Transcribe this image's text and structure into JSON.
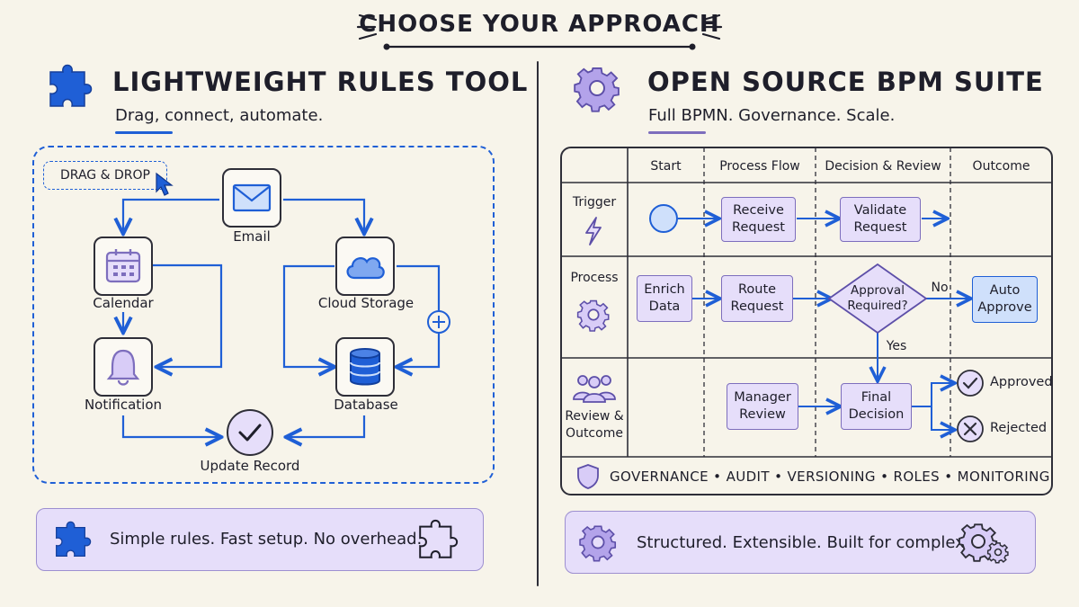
{
  "header": {
    "title": "CHOOSE YOUR APPROACH"
  },
  "left": {
    "title": "LIGHTWEIGHT RULES TOOL",
    "subtitle": "Drag, connect, automate.",
    "drag_tag": "DRAG & DROP",
    "nodes": {
      "email": "Email",
      "calendar": "Calendar",
      "cloud": "Cloud Storage",
      "notification": "Notification",
      "database": "Database",
      "update": "Update Record"
    },
    "footer": "Simple rules. Fast setup. No overhead."
  },
  "right": {
    "title": "OPEN SOURCE BPM SUITE",
    "subtitle": "Full BPMN. Governance. Scale.",
    "columns": [
      "Start",
      "Process Flow",
      "Decision & Review",
      "Outcome"
    ],
    "lanes": {
      "trigger": "Trigger",
      "process": "Process",
      "review": "Review &\nOutcome"
    },
    "tasks": {
      "receive": "Receive\nRequest",
      "validate": "Validate\nRequest",
      "enrich": "Enrich\nData",
      "route": "Route\nRequest",
      "decision": "Approval\nRequired?",
      "auto": "Auto\nApprove",
      "manager": "Manager\nReview",
      "final": "Final\nDecision"
    },
    "gateway_no": "No",
    "gateway_yes": "Yes",
    "outcome_approved": "Approved",
    "outcome_rejected": "Rejected",
    "governance": "GOVERNANCE • AUDIT • VERSIONING • ROLES • MONITORING",
    "footer": "Structured. Extensible. Built for complexity."
  },
  "colors": {
    "blue": "#1f5fd6",
    "purple": "#7d6ebd",
    "lavender": "#e6defa",
    "ink": "#1e1e2a",
    "paper": "#f7f4ea"
  },
  "icons": [
    "puzzle-icon",
    "gear-icon",
    "envelope-icon",
    "calendar-icon",
    "cloud-icon",
    "bell-icon",
    "database-icon",
    "check-icon",
    "x-icon",
    "people-icon",
    "lightning-icon",
    "shield-icon",
    "cursor-icon",
    "plus-icon"
  ]
}
